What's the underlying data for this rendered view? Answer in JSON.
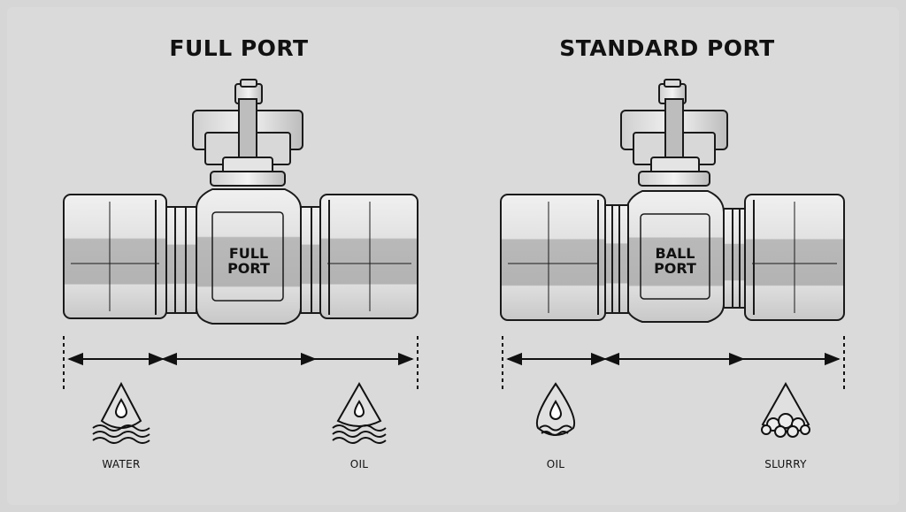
{
  "panels": [
    {
      "title": "FULL PORT",
      "body_label_line1": "FULL",
      "body_label_line2": "PORT",
      "fluids": [
        {
          "name": "WATER",
          "icon": "water-drop-icon"
        },
        {
          "name": "OIL",
          "icon": "oil-drop-icon"
        }
      ]
    },
    {
      "title": "STANDARD PORT",
      "body_label_line1": "BALL",
      "body_label_line2": "PORT",
      "fluids": [
        {
          "name": "OIL",
          "icon": "oil-drop-icon"
        },
        {
          "name": "SLURRY",
          "icon": "slurry-drop-icon"
        }
      ]
    }
  ],
  "colors": {
    "background": "#dadada",
    "metal_light": "#e9e9e9",
    "metal_mid": "#bdbdbd",
    "metal_dark": "#9a9a9a",
    "stroke": "#1a1a1a"
  }
}
